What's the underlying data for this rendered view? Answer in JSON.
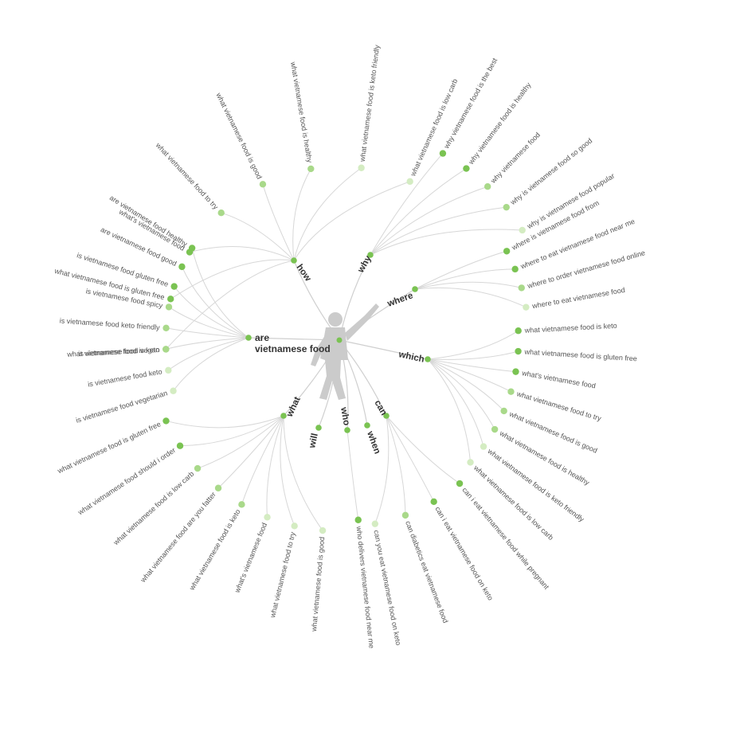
{
  "center": {
    "line1": "are",
    "line2": "vietnamese food"
  },
  "colors": {
    "strong": "#7ac352",
    "mid": "#a9d98a",
    "light": "#d4ecc2",
    "branch": "#d7d7d7",
    "figure": "#c9c9c9"
  },
  "center_icon": "person-figure-icon",
  "hubs": [
    {
      "label": "how",
      "leaves": [
        {
          "text": "what vietnamese food is keto",
          "shade": "strong"
        },
        {
          "text": "what vietnamese food is gluten free",
          "shade": "strong"
        },
        {
          "text": "what's vietnamese food",
          "shade": "strong"
        },
        {
          "text": "what vietnamese food to try",
          "shade": "mid"
        },
        {
          "text": "what vietnamese food is good",
          "shade": "mid"
        },
        {
          "text": "what vietnamese food is healthy",
          "shade": "mid"
        },
        {
          "text": "what vietnamese food is keto friendly",
          "shade": "light"
        },
        {
          "text": "what vietnamese food is low carb",
          "shade": "light"
        }
      ]
    },
    {
      "label": "why",
      "leaves": [
        {
          "text": "why vietnamese food is the best",
          "shade": "strong"
        },
        {
          "text": "why vietnamese food is healthy",
          "shade": "strong"
        },
        {
          "text": "why vietnamese food",
          "shade": "mid"
        },
        {
          "text": "why is vietnamese food so good",
          "shade": "mid"
        },
        {
          "text": "why is vietnamese food popular",
          "shade": "light"
        }
      ]
    },
    {
      "label": "where",
      "leaves": [
        {
          "text": "where is vietnamese food from",
          "shade": "strong"
        },
        {
          "text": "where to eat vietnamese food near me",
          "shade": "strong"
        },
        {
          "text": "where to order vietnamese food online",
          "shade": "mid"
        },
        {
          "text": "where to eat vietnamese food",
          "shade": "light"
        }
      ]
    },
    {
      "label": "which",
      "leaves": [
        {
          "text": "what vietnamese food is keto",
          "shade": "strong"
        },
        {
          "text": "what vietnamese food is gluten free",
          "shade": "strong"
        },
        {
          "text": "what's vietnamese food",
          "shade": "strong"
        },
        {
          "text": "what vietnamese food to try",
          "shade": "mid"
        },
        {
          "text": "what vietnamese food is good",
          "shade": "mid"
        },
        {
          "text": "what vietnamese food is healthy",
          "shade": "mid"
        },
        {
          "text": "what vietnamese food is keto friendly",
          "shade": "light"
        },
        {
          "text": "what vietnamese food is low carb",
          "shade": "light"
        }
      ]
    },
    {
      "label": "can",
      "leaves": [
        {
          "text": "can i eat vietnamese food while pregnant",
          "shade": "strong"
        },
        {
          "text": "can i eat vietnamese food on keto",
          "shade": "strong"
        },
        {
          "text": "can diabetics eat vietnamese food",
          "shade": "mid"
        },
        {
          "text": "can you eat vietnamese food on keto",
          "shade": "light"
        }
      ]
    },
    {
      "label": "when",
      "leaves": []
    },
    {
      "label": "who",
      "leaves": [
        {
          "text": "who delivers vietnamese food near me",
          "shade": "strong"
        }
      ]
    },
    {
      "label": "will",
      "leaves": []
    },
    {
      "label": "what",
      "leaves": [
        {
          "text": "what vietnamese food is good",
          "shade": "light"
        },
        {
          "text": "what vietnamese food to try",
          "shade": "light"
        },
        {
          "text": "what's vietnamese food",
          "shade": "light"
        },
        {
          "text": "what vietnamese food is keto",
          "shade": "mid"
        },
        {
          "text": "what vietnamese food are you fatter",
          "shade": "mid"
        },
        {
          "text": "what vietnamese food is low carb",
          "shade": "mid"
        },
        {
          "text": "what vietnamese food should i order",
          "shade": "strong"
        },
        {
          "text": "what vietnamese food is gluten free",
          "shade": "strong"
        }
      ]
    },
    {
      "label": "are",
      "leaves": [
        {
          "text": "is vietnamese food vegetarian",
          "shade": "light"
        },
        {
          "text": "is vietnamese food keto",
          "shade": "light"
        },
        {
          "text": "is vietnamese food vegan",
          "shade": "mid"
        },
        {
          "text": "is vietnamese food keto friendly",
          "shade": "mid"
        },
        {
          "text": "is vietnamese food spicy",
          "shade": "mid"
        },
        {
          "text": "is vietnamese food gluten free",
          "shade": "strong"
        },
        {
          "text": "are vietnamese food good",
          "shade": "strong"
        },
        {
          "text": "are vietnamese food healthy",
          "shade": "strong"
        }
      ]
    }
  ]
}
